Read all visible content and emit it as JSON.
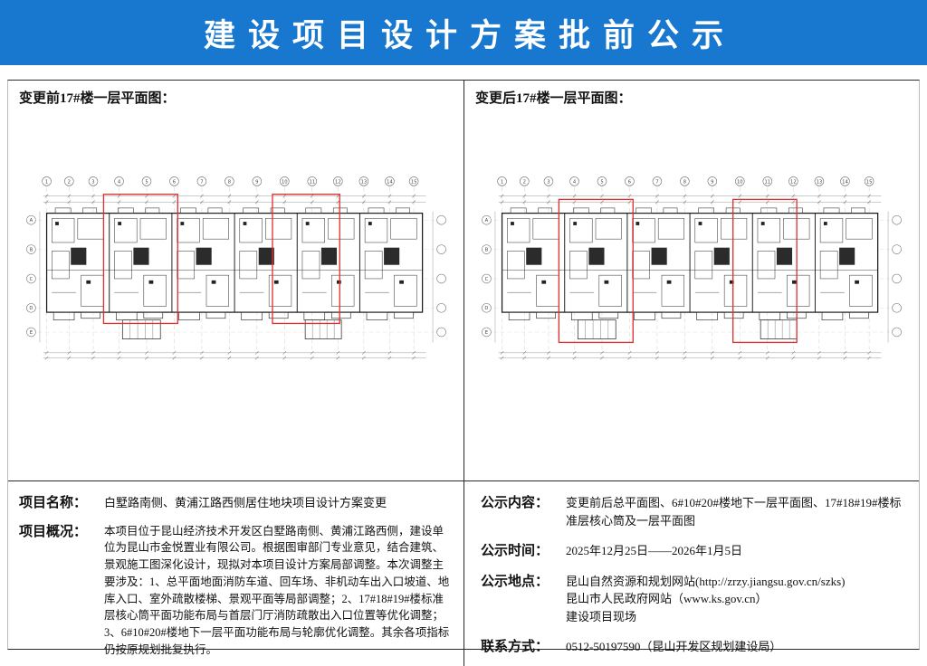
{
  "colors": {
    "header_bg": "#1878d0",
    "highlight_red": "#e03030",
    "line_dark": "#1a1a1a"
  },
  "header": {
    "title": "建设项目设计方案批前公示"
  },
  "plans": {
    "before": {
      "title": "变更前17#楼一层平面图：",
      "highlights": [
        [
          96,
          28,
          86,
          150
        ],
        [
          292,
          28,
          78,
          150
        ]
      ]
    },
    "after": {
      "title": "变更后17#楼一层平面图：",
      "highlights": [
        [
          96,
          34,
          86,
          166
        ],
        [
          298,
          34,
          74,
          166
        ]
      ]
    }
  },
  "project": {
    "name_label": "项目名称：",
    "name_value": "白墅路南侧、黄浦江路西侧居住地块项目设计方案变更",
    "overview_label": "项目概况：",
    "overview_value": "本项目位于昆山经济技术开发区白墅路南侧、黄浦江路西侧，建设单位为昆山市金悦置业有限公司。根据图审部门专业意见，结合建筑、景观施工图深化设计，现拟对本项目设计方案局部调整。本次调整主要涉及：1、总平面地面消防车道、回车场、非机动车出入口坡道、地库入口、室外疏散楼梯、景观平面等局部调整；2、17#18#19#楼标准层核心筒平面功能布局与首层门厅消防疏散出入口位置等优化调整；3、6#10#20#楼地下一层平面功能布局与轮廓优化调整。其余各项指标仍按原规划批复执行。"
  },
  "notice": {
    "content_label": "公示内容：",
    "content_value": "变更前后总平面图、6#10#20#楼地下一层平面图、17#18#19#楼标准层核心筒及一层平面图",
    "time_label": "公示时间：",
    "time_value": "2025年12月25日——2026年1月5日",
    "place_label": "公示地点：",
    "place_value": "昆山自然资源和规划网站(http://zrzy.jiangsu.gov.cn/szks)\n昆山市人民政府网站（www.ks.gov.cn）\n建设项目现场",
    "contact_label": "联系方式：",
    "contact_value": "0512-50197590（昆山开发区规划建设局）"
  }
}
